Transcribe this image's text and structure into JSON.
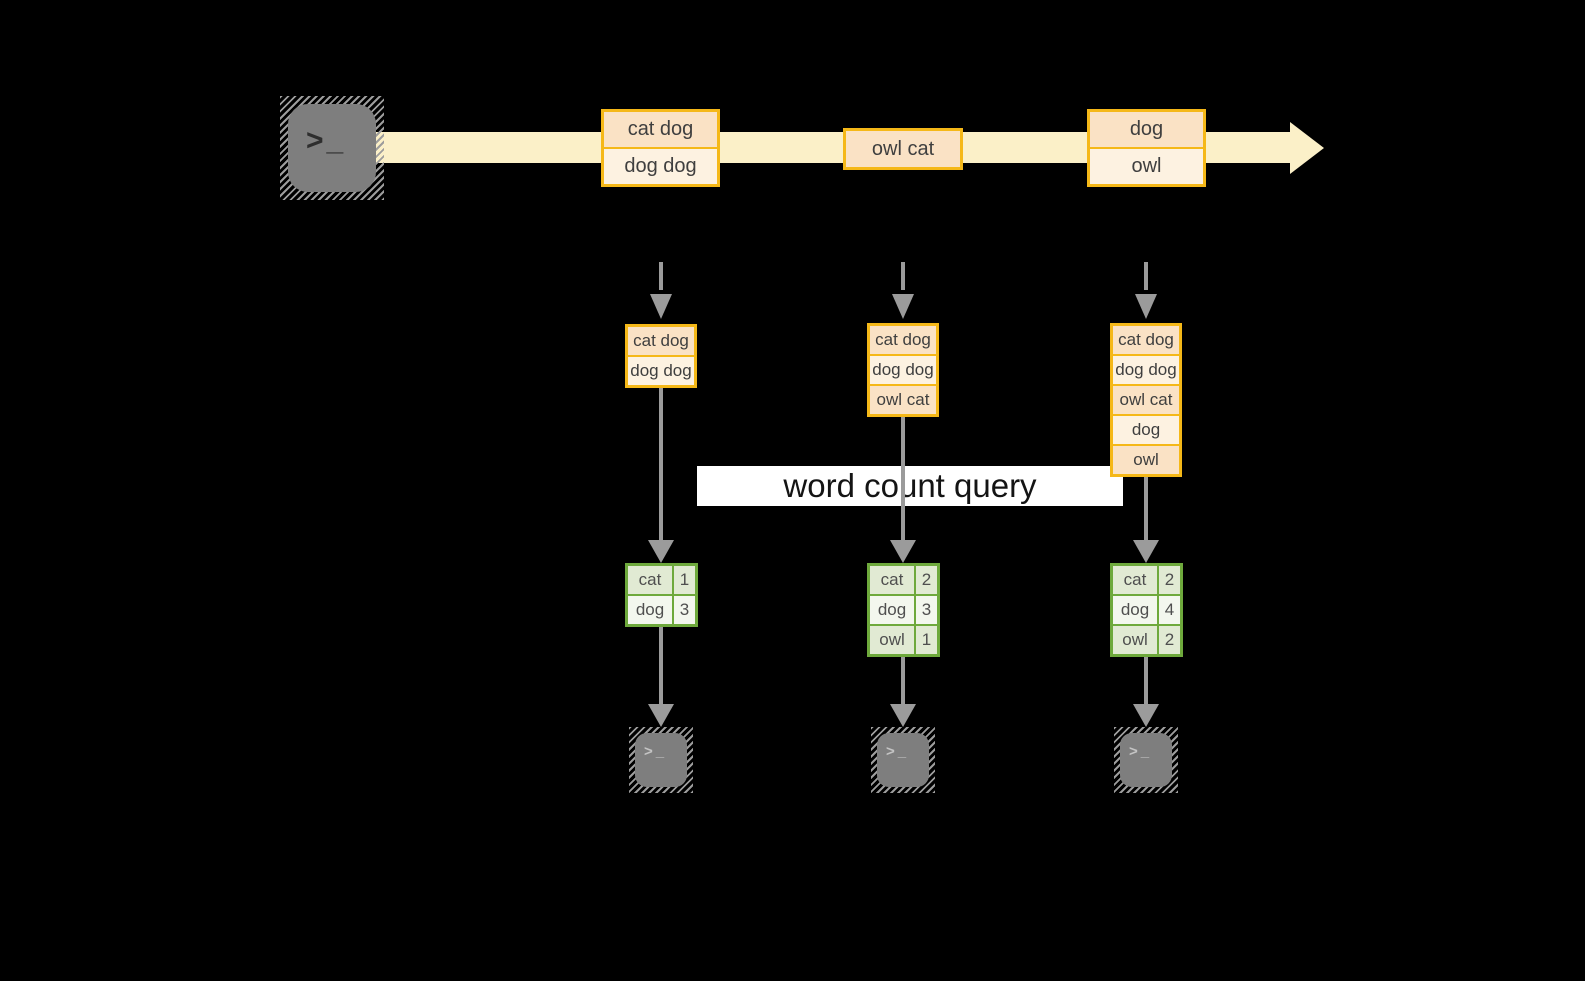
{
  "query_label": "word count query",
  "glyphs": {
    "prompt": ">",
    "cursor": "_"
  },
  "stream": {
    "batches": [
      {
        "items": [
          "cat dog",
          "dog dog"
        ]
      },
      {
        "items": [
          "owl cat"
        ]
      },
      {
        "items": [
          "dog",
          "owl"
        ]
      }
    ]
  },
  "columns": [
    {
      "stack": [
        "cat dog",
        "dog dog"
      ],
      "counts": [
        {
          "word": "cat",
          "count": "1"
        },
        {
          "word": "dog",
          "count": "3"
        }
      ]
    },
    {
      "stack": [
        "cat dog",
        "dog dog",
        "owl cat"
      ],
      "counts": [
        {
          "word": "cat",
          "count": "2"
        },
        {
          "word": "dog",
          "count": "3"
        },
        {
          "word": "owl",
          "count": "1"
        }
      ]
    },
    {
      "stack": [
        "cat dog",
        "dog dog",
        "owl cat",
        "dog",
        "owl"
      ],
      "counts": [
        {
          "word": "cat",
          "count": "2"
        },
        {
          "word": "dog",
          "count": "4"
        },
        {
          "word": "owl",
          "count": "2"
        }
      ]
    }
  ],
  "colors": {
    "background": "#000000",
    "stream_band": "#fbf0c8",
    "box_border": "#f5b818",
    "cell_peach": "#fae2c5",
    "cell_cream": "#fdf2e1",
    "table_border": "#6ea93c",
    "row_sage": "#e1ead3",
    "row_light": "#f3f7ee",
    "arrow_gray": "#9b9b9b",
    "terminal_gray": "#7e7e7e",
    "query_band": "#ffffff"
  }
}
